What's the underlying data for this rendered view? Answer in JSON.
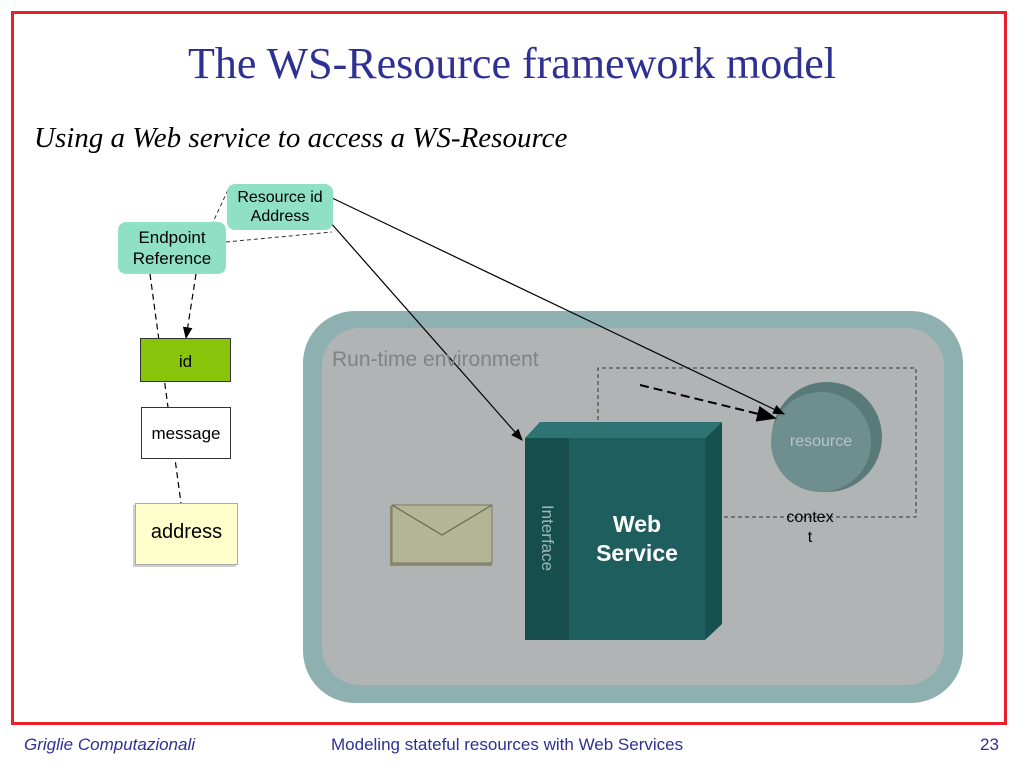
{
  "slide": {
    "title": "The WS-Resource framework model",
    "subtitle": "Using a Web service to access a WS-Resource"
  },
  "diagram": {
    "resource_id_address": [
      "Resource id",
      "Address"
    ],
    "endpoint_reference": [
      "Endpoint",
      "Reference"
    ],
    "id_box": "id",
    "message_box": "message",
    "address_box": "address",
    "runtime_label": "Run-time environment",
    "interface_label": "Interface",
    "web_service_label": [
      "Web",
      "Service"
    ],
    "resource_label": "resource",
    "context_label": [
      "contex",
      "t"
    ],
    "colors": {
      "frame": "#e8202a",
      "title": "#2e3192",
      "endpoint_box": "#8fe0c4",
      "id_box": "#88c40a",
      "address_box": "#ffffcc",
      "runtime_outer": "#8fb0b0",
      "runtime_inner": "#b0b4b4",
      "web_service": "#1e5e5e",
      "resource": "#6f8e8e",
      "envelope": "#b4b496"
    }
  },
  "footer": {
    "left": "Griglie Computazionali",
    "center": "Modeling stateful resources with Web Services",
    "page": "23"
  }
}
